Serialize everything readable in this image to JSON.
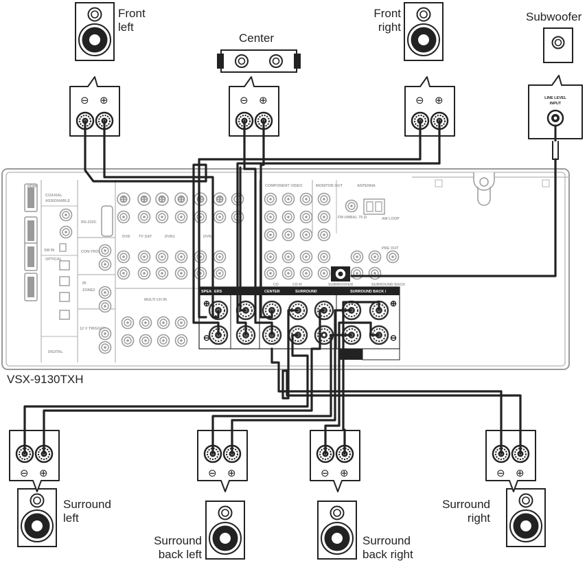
{
  "speakers": {
    "front_left": "Front\nleft",
    "center": "Center",
    "front_right": "Front\nright",
    "subwoofer": "Subwoofer",
    "surround_left": "Surround\nleft",
    "surround_back_left": "Surround\nback left",
    "surround_back_right": "Surround\nback right",
    "surround_right": "Surround\nright"
  },
  "receiver": {
    "model": "VSX-9130TXH",
    "subwoofer_input_line1": "LINE LEVEL",
    "subwoofer_input_line2": "INPUT",
    "panel_labels": {
      "hdmi": "HDMI",
      "coaxial": "COAXIAL",
      "assignable": "ASSIGNABLE",
      "optical": "OPTICAL",
      "digital": "DIGITAL",
      "rs232c": "RS-232C",
      "xm_in": "XM IN",
      "control": "CON-TROL",
      "ir": "IR",
      "zone2": "ZONE2",
      "trigger": "12 V TRIGGER",
      "multi_ch_in": "MULTI CH IN",
      "dvd": "DVD",
      "tv_sat": "TV SAT",
      "dvr1": "DVR1",
      "dvr2": "DVR2",
      "component_video": "COMPONENT VIDEO",
      "monitor_out": "MONITOR OUT",
      "antenna": "ANTENNA",
      "fm_unbal": "FM UNBAL 75 Ω",
      "am_loop": "AM LOOP",
      "pre_out": "PRE OUT",
      "speakers": "SPEAKERS",
      "center": "CENTER",
      "surround": "SURROUND",
      "surround_back": "SURROUND BACK /",
      "subwoofer": "SUBWOOFER",
      "surround_back_small": "SURROUND BACK",
      "cd": "CD",
      "cdr": "CD-R"
    }
  },
  "polarity": {
    "minus": "⊖",
    "plus": "⊕"
  },
  "colors": {
    "line": "#222222",
    "panel": "#9a9a9a",
    "panel_fill": "#ffffff"
  }
}
